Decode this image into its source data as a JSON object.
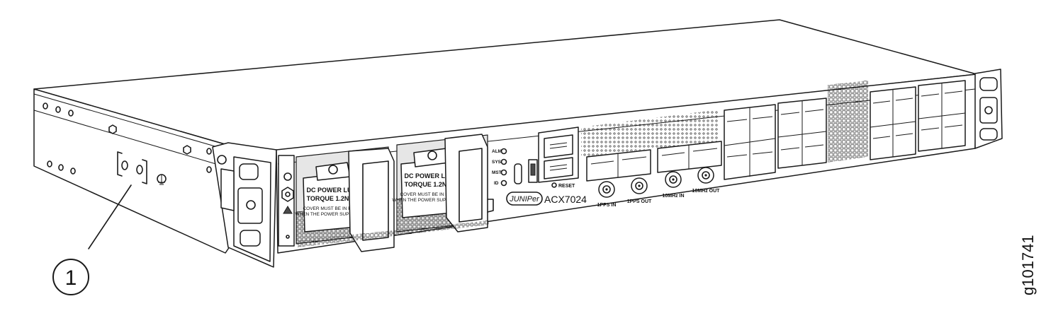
{
  "callout": {
    "number": "1"
  },
  "figure_id": "g101741",
  "model": "ACX7024",
  "brand": "JUNIPer",
  "leds": [
    "ALM",
    "SYS",
    "MST",
    "ID"
  ],
  "reset_label": "RESET",
  "timing_ports": [
    "1PPS IN",
    "1PPS OUT",
    "10MHz IN",
    "10MHz OUT"
  ],
  "power_supplies": [
    {
      "line1": "DC POWER LUG",
      "line2": "TORQUE 1.2N-m",
      "note1": "COVER MUST BE IN PLACE",
      "note2": "WHEN THE POWER SUPPLY IS ON"
    },
    {
      "line1": "DC POWER LUG",
      "line2": "TORQUE 1.2N-m",
      "note1": "COVER MUST BE IN PLACE",
      "note2": "WHEN THE POWER SUPPLY IS ON"
    }
  ]
}
